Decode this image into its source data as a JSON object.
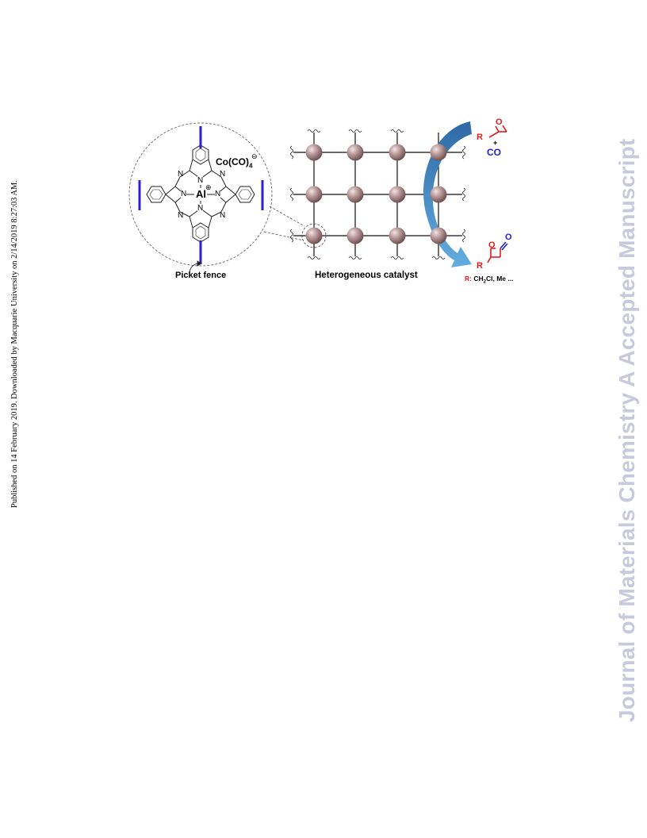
{
  "side_note": "Published on 14 February 2019. Downloaded by Macquarie University on 2/14/2019 8:27:03 AM.",
  "watermark": "Journal of Materials Chemistry A Accepted Manuscript",
  "figure": {
    "complex": {
      "metal": "Al",
      "charge": "⊕",
      "counter_anion": "Co(CO)",
      "counter_anion_sub": "4",
      "anion_charge": "⊖",
      "caption": "Picket fence",
      "atom_N": "N"
    },
    "network_caption": "Heterogeneous catalyst",
    "reactants": {
      "R": "R",
      "O": "O",
      "plus": "+",
      "co": "CO"
    },
    "product": {
      "R": "R",
      "O_ring": "O",
      "O_carbonyl": "O"
    },
    "substituents": {
      "label": "R:",
      "ch2cl_pre": "CH",
      "ch2cl_sub": "2",
      "ch2cl_post": "Cl, Me ..."
    }
  },
  "colors": {
    "picket": "#2b1fd0",
    "reactant_red": "#e21b1b",
    "co_blue": "#2020c8",
    "arrow_dark": "#2f69a6",
    "arrow_light": "#5aa2d8",
    "sphere": "#a98a8a",
    "watermark": "#c9c9de"
  }
}
